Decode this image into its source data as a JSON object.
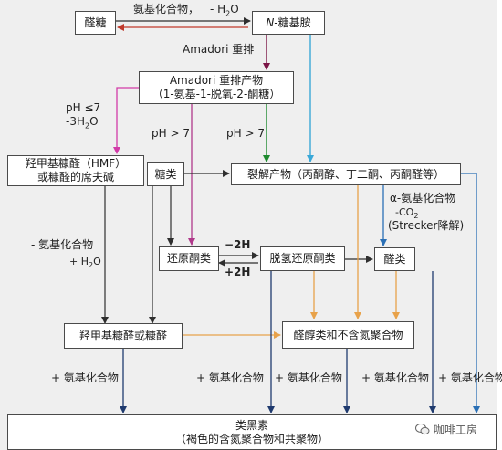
{
  "nodes": {
    "aldose": "醛糖",
    "glycosylamine_prefix": "N-",
    "glycosylamine_suffix": "糖基胺",
    "amadori_product_1": "Amadori 重排产物",
    "amadori_product_2": "（1-氨基-1-脱氧-2-酮糖）",
    "hmf_schiff_1": "羟甲基糠醛（HMF）",
    "hmf_schiff_2": "或糠醛的席夫碱",
    "sugars": "糖类",
    "fission": "裂解产物（丙酮醇、丁二酮、丙酮醛等）",
    "reductones": "还原酮类",
    "dehydroreductones": "脱氢还原酮类",
    "aldehydes": "醛类",
    "hmf_furfural": "羟甲基糠醛或糠醛",
    "aldols": "醛醇类和不含氮聚合物",
    "melanoidins_1": "类黑素",
    "melanoidins_2": "（褐色的含氮聚合物和共聚物）"
  },
  "labels": {
    "top_amine": "氨基化合物，",
    "top_water_prefix": "- H",
    "top_water_sub": "2",
    "top_water_suffix": "O",
    "amadori_rearrangement": "Amadori 重排",
    "ph_acid": "pH ≤7",
    "water3_prefix": "-3H",
    "water3_sub": "2",
    "water3_suffix": "O",
    "ph_basic_left": "pH > 7",
    "ph_basic_right": "pH > 7",
    "alpha_amino_acid": "α-氨基化合物",
    "co2_prefix": "-CO",
    "co2_sub": "2",
    "co2_suffix": "",
    "strecker": "(Strecker降解)",
    "minus_amine": "- 氨基化合物",
    "plus_water_prefix": "+ H",
    "plus_water_sub": "2",
    "plus_water_suffix": "O",
    "minus_2h": "−2H",
    "plus_2h": "+2H",
    "plus_amine_1": "+ 氨基化合物",
    "plus_amine_2": "+ 氨基化合物",
    "plus_amine_3": "+ 氨基化合物",
    "plus_amine_4": "+ 氨基化合物",
    "plus_amine_5": "+ 氨基化合物"
  },
  "colors": {
    "background": "#efefef",
    "box_border": "#4a4a4a",
    "arrow_black": "#2f2f2f",
    "arrow_red": "#c0392b",
    "arrow_maroon": "#7b1446",
    "arrow_light_blue": "#3aa8d8",
    "arrow_magenta": "#d23aa8",
    "arrow_green": "#1e8a2e",
    "arrow_blue": "#2a6fb5",
    "arrow_orange": "#e8a24a",
    "arrow_navy": "#1f3a6e"
  },
  "icons": [
    "wechat-icon"
  ],
  "watermark": "咖啡工房"
}
